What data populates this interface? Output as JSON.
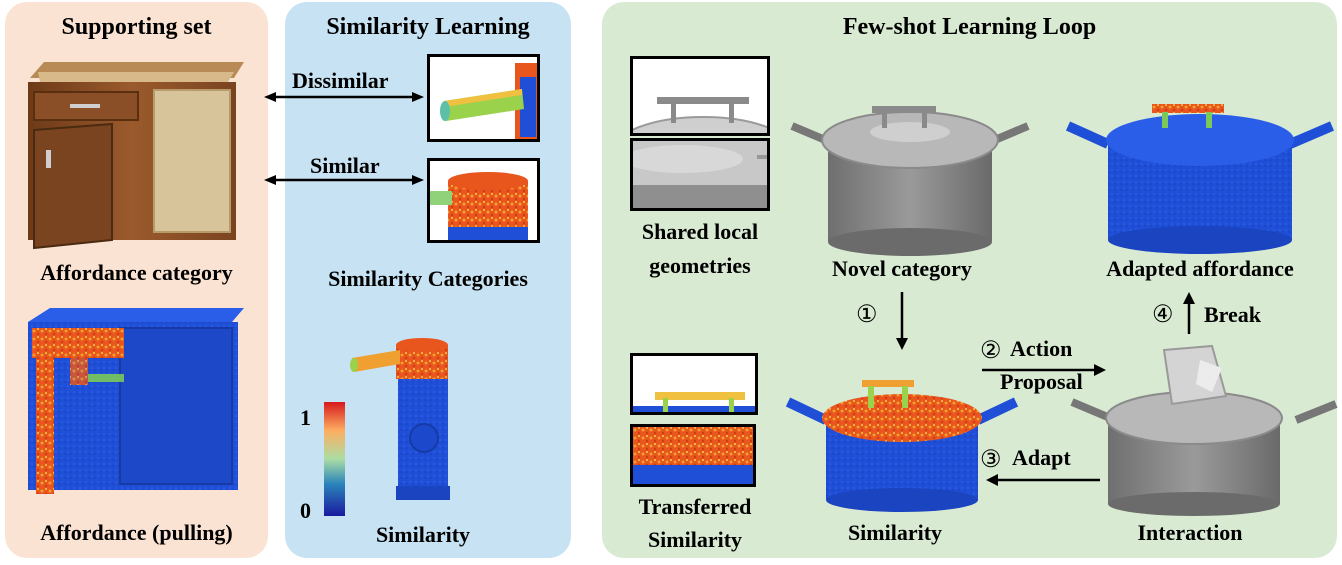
{
  "panels": {
    "support": {
      "title": "Supporting set",
      "bg": "#fbe3d3"
    },
    "similarity": {
      "title": "Similarity Learning",
      "bg": "#c7e2f2"
    },
    "loop": {
      "title": "Few-shot Learning Loop",
      "bg": "#d9ead3"
    }
  },
  "support": {
    "affordance_category": "Affordance category",
    "affordance_pulling": "Affordance (pulling)"
  },
  "similarity": {
    "dissimilar": "Dissimilar",
    "similar": "Similar",
    "categories": "Similarity Categories",
    "caption": "Similarity",
    "colorbar": {
      "max": "1",
      "min": "0"
    }
  },
  "loop": {
    "shared_local": "Shared local",
    "geometries": "geometries",
    "novel_category": "Novel category",
    "adapted_affordance": "Adapted affordance",
    "transferred": "Transferred",
    "transferred_similarity": "Similarity",
    "similarity": "Similarity",
    "interaction": "Interaction",
    "step1": "①",
    "step2": "②",
    "action": "Action",
    "proposal": "Proposal",
    "step3": "③",
    "adapt": "Adapt",
    "step4": "④",
    "break": "Break"
  },
  "colors": {
    "heat_blue": "#1f4fd6",
    "heat_red": "#e8561e",
    "heat_orange": "#f0a030",
    "wood": "#8a4f26",
    "pot_gray": "#8c8c8c"
  }
}
